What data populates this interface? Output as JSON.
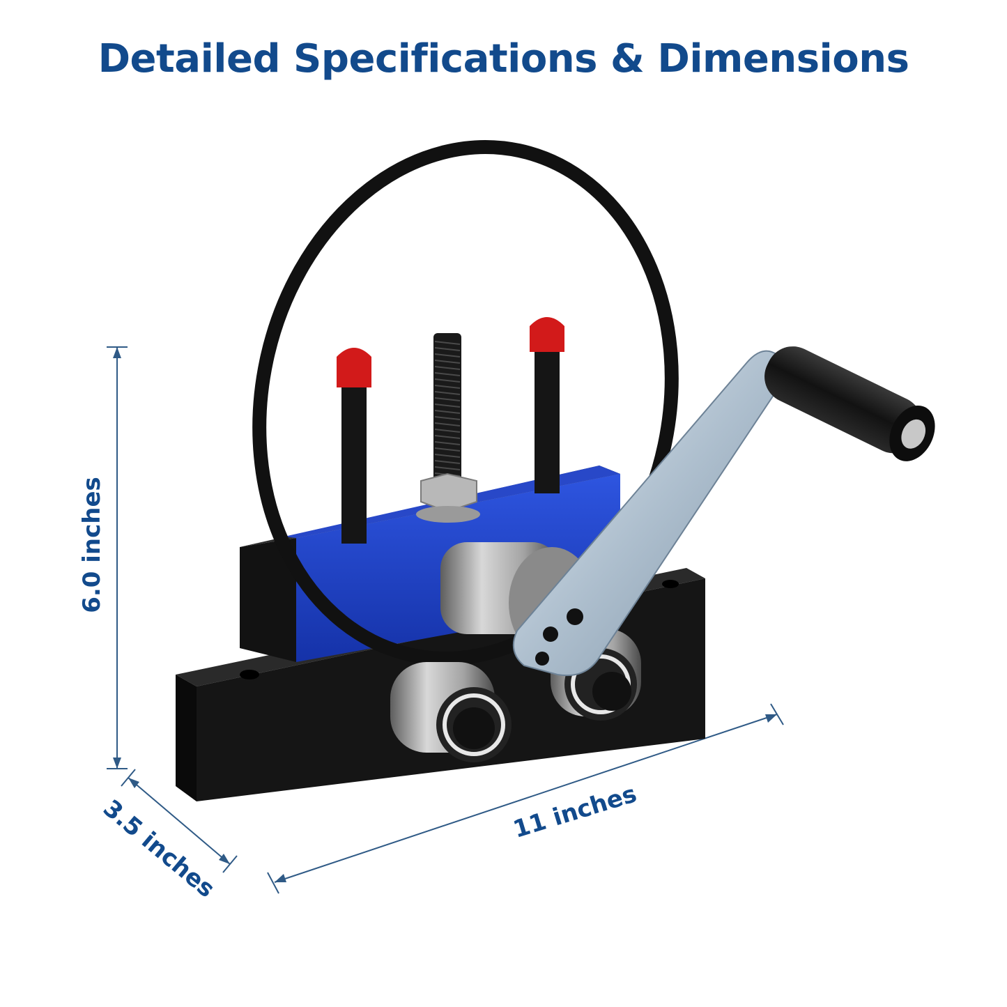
{
  "title": "Detailed Specifications & Dimensions",
  "dimensions": {
    "height": "6.0 inches",
    "width": "11 inches",
    "depth": "3.5 inches"
  },
  "colors": {
    "title": "#124a8c",
    "dimension_text": "#124a8c",
    "dimension_line": "#2f5a86",
    "base_block": "#141414",
    "top_block": "#1e3fc4",
    "pin_cap": "#d21a1a",
    "handle_arm": "#b7c8d6",
    "grip": "#1a1a1a",
    "steel": "#9a9a9a",
    "band": "#111111"
  },
  "icons": [
    "bender-tool-illustration",
    "dimension-arrow"
  ]
}
